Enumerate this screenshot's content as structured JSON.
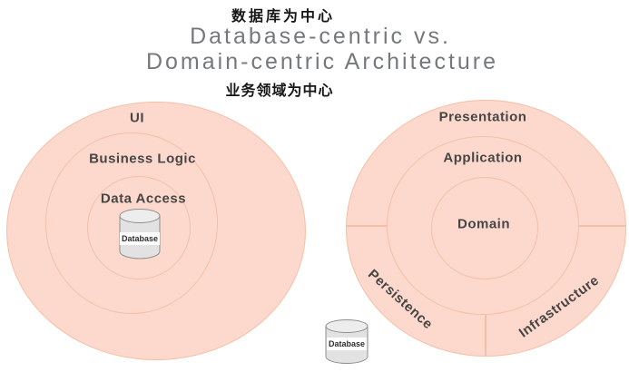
{
  "header": {
    "label_top_cn": "数据库为中心",
    "title_line1": "Database-centric vs.",
    "title_line2": "Domain-centric Architecture",
    "label_bottom_cn": "业务领域为中心"
  },
  "left_diagram": {
    "rings": [
      "UI",
      "Business Logic",
      "Data Access"
    ],
    "database_label": "Database"
  },
  "right_diagram": {
    "rings": [
      "Presentation",
      "Application",
      "Domain"
    ],
    "segments": [
      "Persistence",
      "Infrastructure"
    ],
    "database_label": "Database"
  },
  "icons": {
    "database": "database-cylinder"
  },
  "colors": {
    "circle_fill": "#fcd9cc",
    "circle_stroke": "#f5bfa7",
    "title_gray": "#75797d",
    "cn_text": "#161616",
    "ring_label": "#464646",
    "cylinder_fill": "#e2e2e2",
    "cylinder_top": "#ededed",
    "cylinder_stroke": "#8f8f8f",
    "db_label_bg": "#ffffff",
    "db_label_text": "#2e2e2e"
  }
}
